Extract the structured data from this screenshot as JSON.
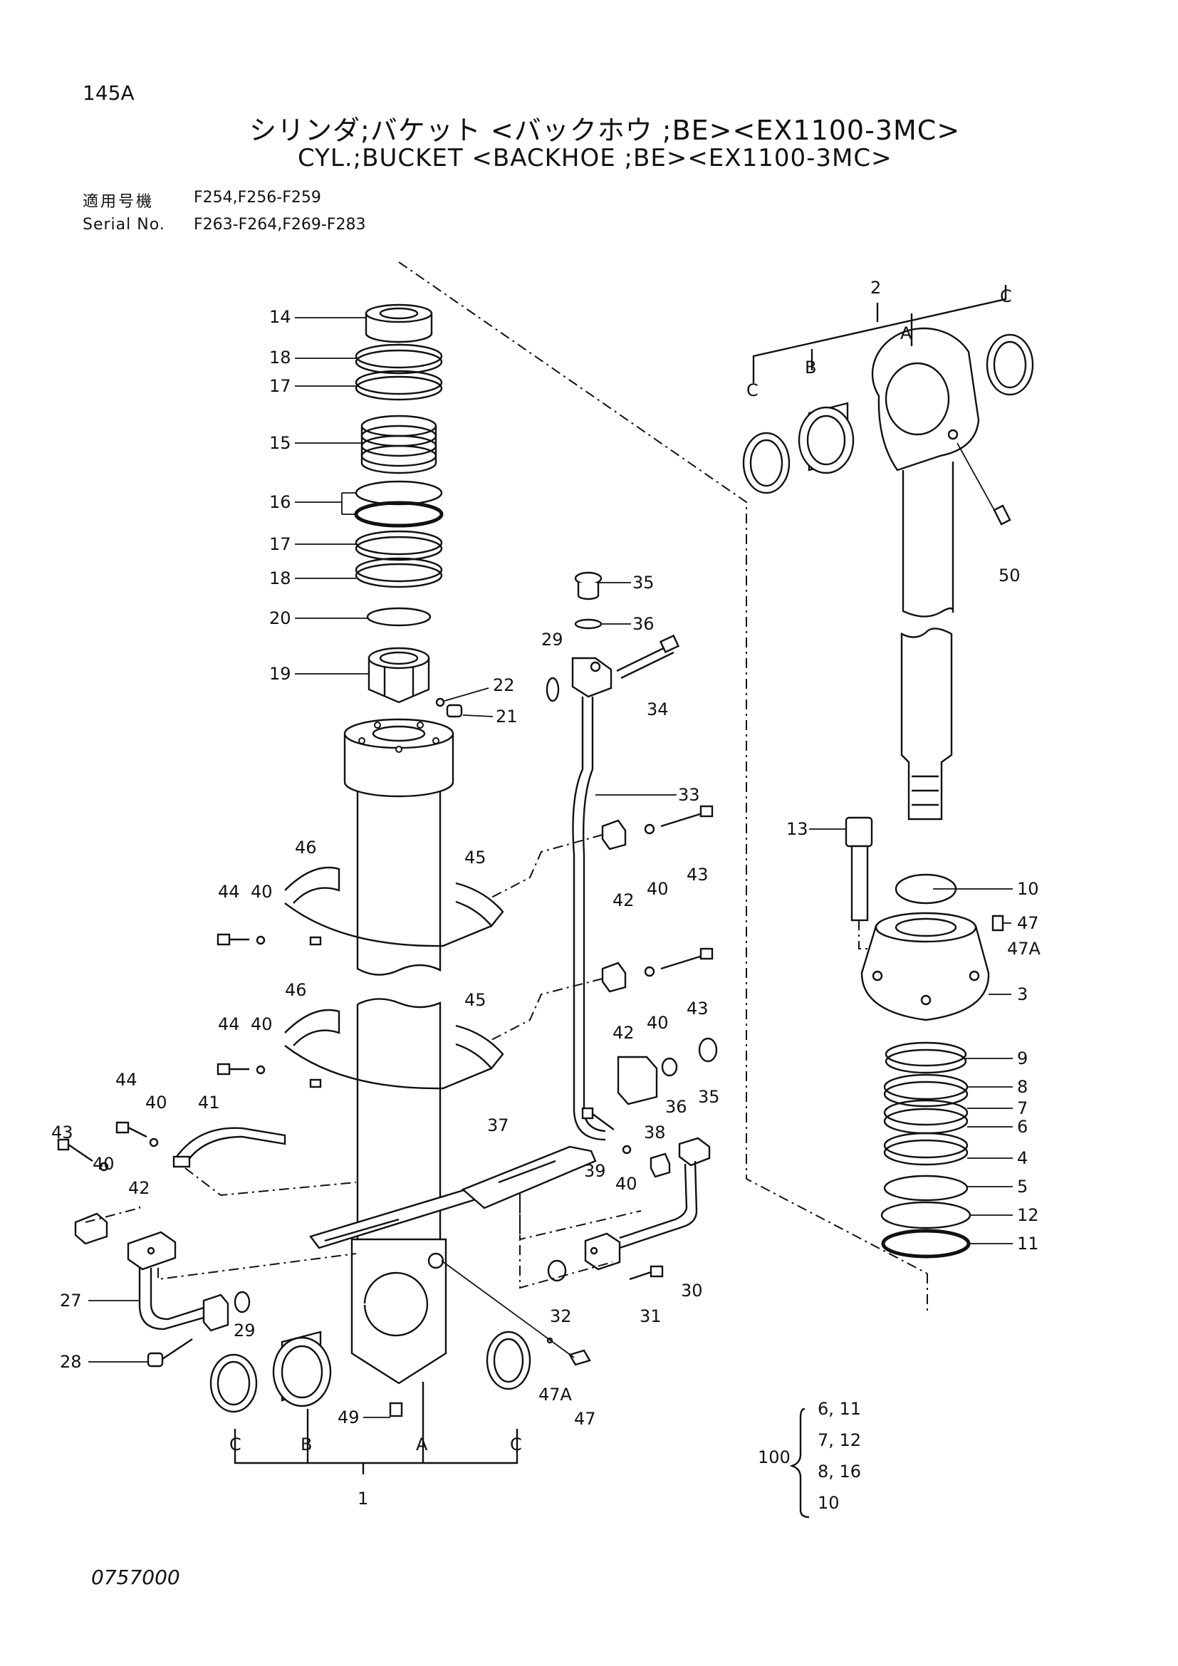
{
  "page_number": "145A",
  "title_jp": "シリンダ;バケット <バックホウ ;BE><EX1100-3MC>",
  "title_en": "CYL.;BUCKET <BACKHOE ;BE><EX1100-3MC>",
  "serial": {
    "label_jp": "適用号機",
    "label_en": "Serial No.",
    "range_1": "F254,F256-F259",
    "range_2": "F263-F264,F269-F283"
  },
  "kit": {
    "number": "100",
    "contents": [
      "6, 11",
      "7, 12",
      "8, 16",
      "10"
    ]
  },
  "drawing_number": "0757000",
  "callouts": {
    "c14": "14",
    "c18a": "18",
    "c17a": "17",
    "c15": "15",
    "c16": "16",
    "c17b": "17",
    "c18b": "18",
    "c20": "20",
    "c19": "19",
    "c22": "22",
    "c21": "21",
    "c46a": "46",
    "c45a": "45",
    "c44a": "44",
    "c40a": "40",
    "c46b": "46",
    "c45b": "45",
    "c44b": "44",
    "c40b": "40",
    "c35a": "35",
    "c36a": "36",
    "c29a": "29",
    "c34": "34",
    "c33": "33",
    "c42a": "42",
    "c40c": "40",
    "c43a": "43",
    "c42b": "42",
    "c40d": "40",
    "c43b": "43",
    "c36b": "36",
    "c35b": "35",
    "c44c": "44",
    "c40e": "40",
    "c41": "41",
    "c43c": "43",
    "c40f": "40",
    "c42c": "42",
    "c37": "37",
    "c38": "38",
    "c39": "39",
    "c40g": "40",
    "c27": "27",
    "c29b": "29",
    "c28": "28",
    "c32": "32",
    "c31": "31",
    "c30": "30",
    "c47Aa": "47A",
    "c47a": "47",
    "c49": "49",
    "cC1": "C",
    "cB1": "B",
    "cA1": "A",
    "cC2": "C",
    "c1": "1",
    "c2": "2",
    "cC3": "C",
    "cB3": "B",
    "cA3": "A",
    "cC4": "C",
    "c50": "50",
    "c13": "13",
    "c10": "10",
    "c47b": "47",
    "c47Ab": "47A",
    "c3": "3",
    "c9": "9",
    "c8": "8",
    "c7": "7",
    "c6": "6",
    "c4": "4",
    "c5": "5",
    "c12": "12",
    "c11": "11"
  }
}
